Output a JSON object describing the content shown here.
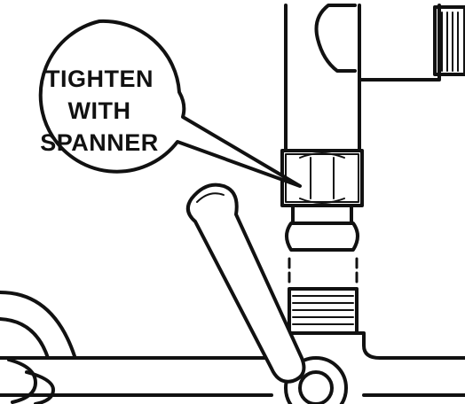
{
  "callout": {
    "lines": [
      "TIGHTEN",
      "WITH",
      "SPANNER"
    ]
  },
  "colors": {
    "stroke": "#111111",
    "background": "#ffffff"
  }
}
